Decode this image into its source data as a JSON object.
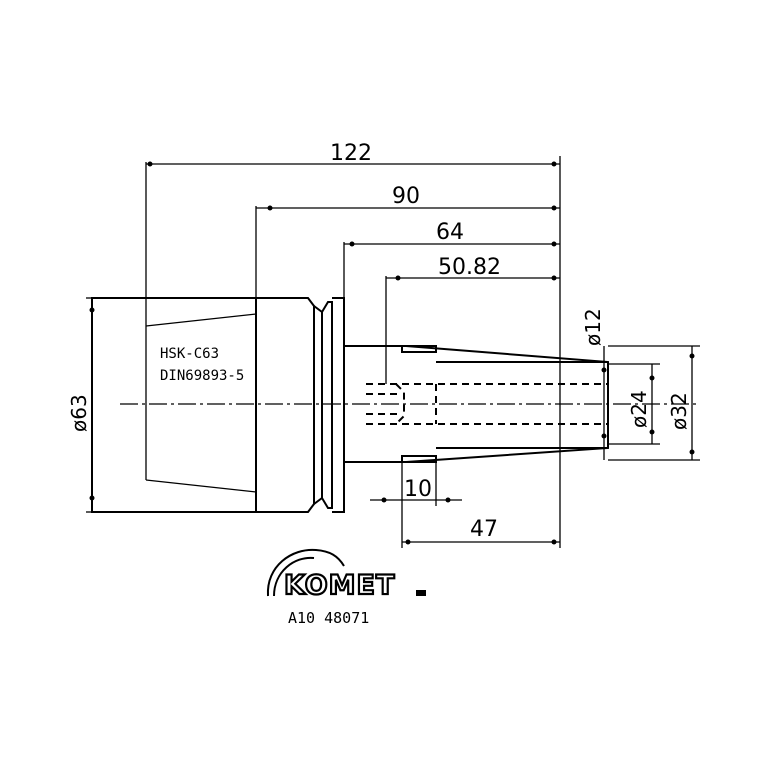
{
  "dimensions": {
    "overall_length": "122",
    "length_90": "90",
    "length_64": "64",
    "length_5082": "50.82",
    "length_10": "10",
    "length_47": "47",
    "dia_63": "ø63",
    "dia_12": "ø12",
    "dia_24": "ø24",
    "dia_32": "ø32"
  },
  "body_label": {
    "line1": "HSK-C63",
    "line2": "DIN69893-5"
  },
  "logo": {
    "brand": "KOMET",
    "part_number": "A10 48071"
  }
}
